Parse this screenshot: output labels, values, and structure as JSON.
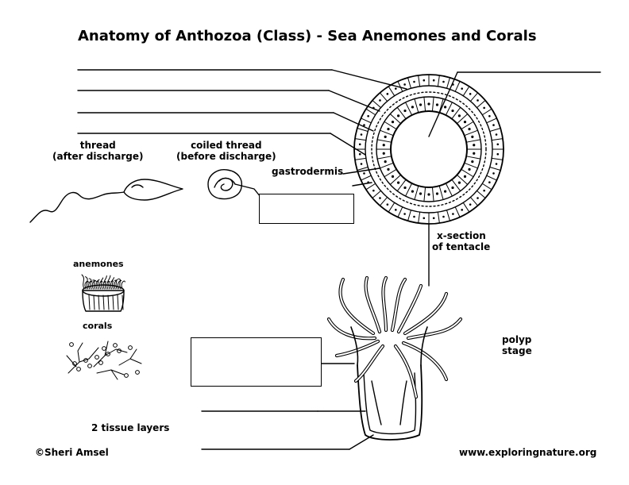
{
  "title": "Anatomy of Anthozoa (Class) - Sea Anemones and Corals",
  "labels": {
    "thread_line1": "thread",
    "thread_line2": "(after discharge)",
    "coiled_line1": "coiled thread",
    "coiled_line2": "(before discharge)",
    "gastrodermis": "gastrodermis",
    "xsection_line1": "x-section",
    "xsection_line2": "of tentacle",
    "anemones": "anemones",
    "corals": "corals",
    "polyp_line1": "polyp",
    "polyp_line2": "stage",
    "tissue_layers": "2 tissue layers"
  },
  "footer": {
    "copyright": "©Sheri Amsel",
    "website": "www.exploringnature.org"
  }
}
